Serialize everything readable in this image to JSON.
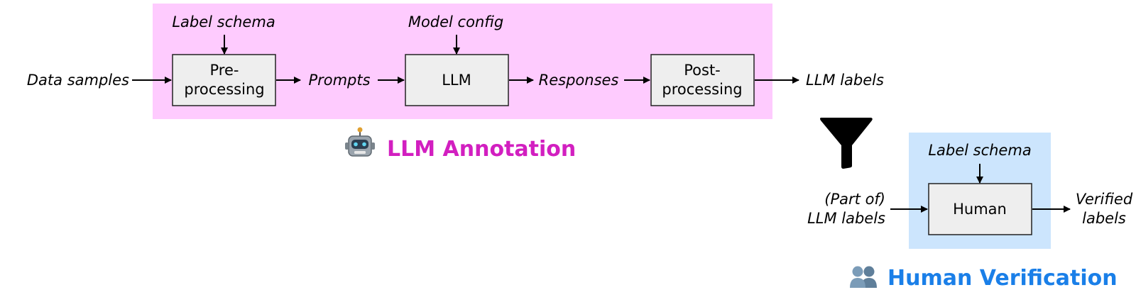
{
  "colors": {
    "annotation_region": "#fecbfe",
    "annotation_title": "#d21fc0",
    "verification_region": "#cce5fd",
    "verification_title": "#1a7fe8",
    "box_fill": "#eeeeee"
  },
  "annotation": {
    "title": "LLM Annotation",
    "icon": "robot-icon",
    "input_label": "Data samples",
    "schema_label": "Label schema",
    "config_label": "Model config",
    "preprocessing": [
      "Pre-",
      "processing"
    ],
    "prompts_label": "Prompts",
    "llm_label": "LLM",
    "responses_label": "Responses",
    "postprocessing": [
      "Post-",
      "processing"
    ],
    "output_label": "LLM labels"
  },
  "filter": {
    "icon": "funnel-icon"
  },
  "verification": {
    "title": "Human Verification",
    "icon": "people-icon",
    "schema_label": "Label schema",
    "input_label": [
      "(Part of)",
      "LLM labels"
    ],
    "human_label": "Human",
    "output_label": [
      "Verified",
      "labels"
    ]
  }
}
